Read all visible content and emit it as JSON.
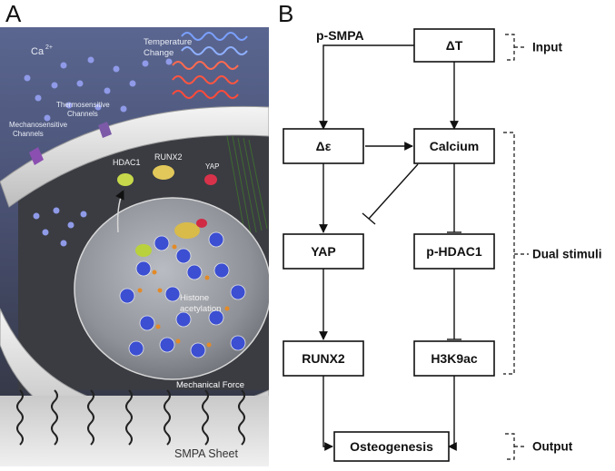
{
  "panels": {
    "a": {
      "letter": "A"
    },
    "b": {
      "letter": "B"
    }
  },
  "illustration": {
    "ca_label": "Ca",
    "ca_superscript": "2+",
    "temperature_label_line1": "Temperature",
    "temperature_label_line2": "Change",
    "thermo_label_line1": "Thermosensitive",
    "thermo_label_line2": "Channels",
    "mechano_label_line1": "Mechanosensitive",
    "mechano_label_line2": "Channels",
    "hdac1_label": "HDAC1",
    "runx2_label": "RUNX2",
    "yap_label": "YAP",
    "histone_label_line1": "Histone",
    "histone_label_line2": "acetylation",
    "mechanical_label": "Mechanical Force",
    "sheet_label": "SMPA Sheet"
  },
  "flowchart": {
    "nodes": {
      "dt": "ΔT",
      "deps": "Δε",
      "calcium": "Calcium",
      "yap": "YAP",
      "phdac1": "p-HDAC1",
      "runx2": "RUNX2",
      "h3k9ac": "H3K9ac",
      "osteo": "Osteogenesis"
    },
    "psmpa_label": "p-SMPA",
    "edges": [
      {
        "from": "psmpa",
        "to": "deps",
        "type": "activation"
      },
      {
        "from": "dt",
        "to": "calcium",
        "type": "activation"
      },
      {
        "from": "deps",
        "to": "calcium",
        "type": "activation"
      },
      {
        "from": "deps",
        "to": "yap",
        "type": "activation"
      },
      {
        "from": "calcium",
        "to": "yap",
        "type": "inhibition"
      },
      {
        "from": "calcium",
        "to": "phdac1",
        "type": "inhibition"
      },
      {
        "from": "yap",
        "to": "runx2",
        "type": "activation"
      },
      {
        "from": "phdac1",
        "to": "h3k9ac",
        "type": "inhibition"
      },
      {
        "from": "runx2",
        "to": "osteo",
        "type": "activation"
      },
      {
        "from": "h3k9ac",
        "to": "osteo",
        "type": "activation"
      }
    ],
    "brackets": {
      "input": "Input",
      "dual": "Dual stimuli",
      "output": "Output"
    }
  }
}
